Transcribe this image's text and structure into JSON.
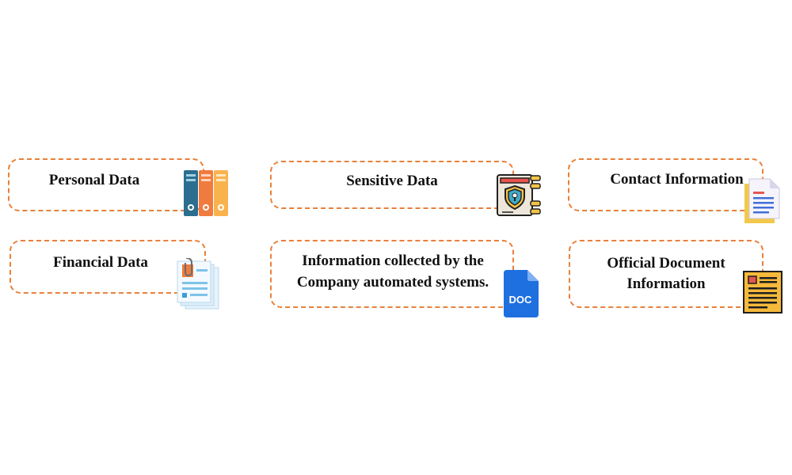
{
  "colors": {
    "border": "#E9803A",
    "text": "#111111",
    "background": "#FFFFFF"
  },
  "cards": [
    {
      "id": "personal",
      "label": "Personal Data",
      "icon": "binders-icon"
    },
    {
      "id": "sensitive",
      "label": "Sensitive Data",
      "icon": "security-document-icon"
    },
    {
      "id": "contact",
      "label": "Contact Information",
      "icon": "document-icon"
    },
    {
      "id": "financial",
      "label": "Financial Data",
      "icon": "clipped-documents-icon"
    },
    {
      "id": "automated",
      "label_line1": "Information collected by the",
      "label_line2": "Company automated systems.",
      "icon": "doc-file-icon",
      "icon_text": "DOC"
    },
    {
      "id": "official",
      "label_line1": "Official Document",
      "label_line2": "Information",
      "icon": "official-document-icon"
    }
  ]
}
